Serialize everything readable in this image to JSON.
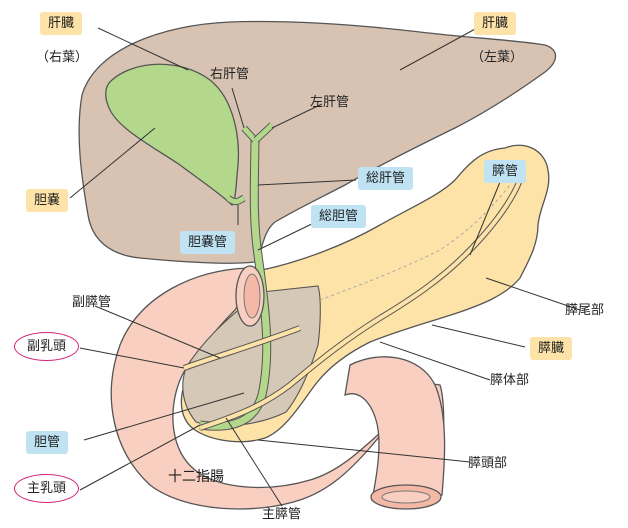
{
  "labels": {
    "liver_right": "肝臓",
    "liver_right_sub": "（右葉）",
    "liver_left": "肝臓",
    "liver_left_sub": "（左葉）",
    "right_hepatic_duct": "右肝管",
    "left_hepatic_duct": "左肝管",
    "gallbladder": "胆嚢",
    "common_hepatic_duct": "総肝管",
    "common_bile_duct": "総胆管",
    "cystic_duct": "胆嚢管",
    "pancreatic_duct": "膵管",
    "accessory_pancreatic_duct": "副膵管",
    "minor_papilla": "副乳頭",
    "bile_duct": "胆管",
    "major_papilla": "主乳頭",
    "duodenum": "十二指腸",
    "main_pancreatic_duct": "主膵管",
    "pancreas_tail": "膵尾部",
    "pancreas": "膵臓",
    "pancreas_body": "膵体部",
    "pancreas_head": "膵頭部"
  },
  "colors": {
    "liver": "#d8c3b3",
    "gallbladder": "#b3d88c",
    "pancreas": "#fde3a7",
    "duodenum": "#f8cfc0",
    "yellow_label": "#fde3a7",
    "blue_label": "#bfe3f3",
    "papilla_outline": "#d4237a"
  }
}
